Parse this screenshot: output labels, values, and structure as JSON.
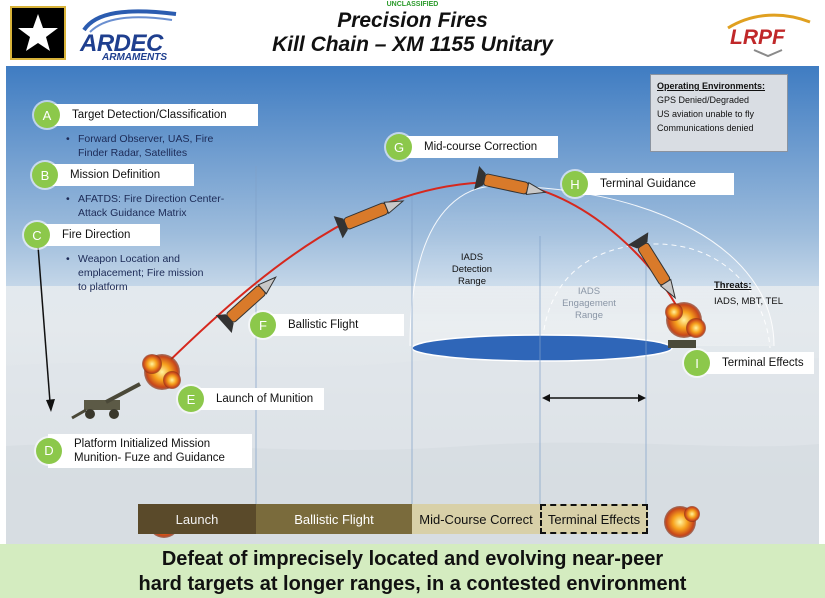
{
  "header": {
    "classification": "UNCLASSIFIED",
    "title_line1": "Precision Fires",
    "title_line2": "Kill Chain – XM 1155 Unitary",
    "ardec_logo": "ARDEC",
    "ardec_sub": "ARMAMENTS",
    "lrpf_logo": "LRPF"
  },
  "steps": {
    "a": {
      "letter": "A",
      "label": "Target Detection/Classification",
      "bullet_lines": [
        "Forward Observer, UAS, Fire",
        "Finder Radar, Satellites"
      ]
    },
    "b": {
      "letter": "B",
      "label": "Mission Definition",
      "bullet_lines": [
        "AFATDS: Fire Direction Center-",
        "Attack Guidance Matrix"
      ]
    },
    "c": {
      "letter": "C",
      "label": "Fire Direction",
      "bullet_lines": [
        "Weapon Location and",
        "emplacement; Fire mission",
        "to platform"
      ]
    },
    "d": {
      "letter": "D",
      "label_lines": [
        "Platform Initialized Mission",
        "Munition- Fuze and Guidance"
      ]
    },
    "e": {
      "letter": "E",
      "label": "Launch of Munition"
    },
    "f": {
      "letter": "F",
      "label": "Ballistic Flight"
    },
    "g": {
      "letter": "G",
      "label": "Mid-course Correction"
    },
    "h": {
      "letter": "H",
      "label": "Terminal Guidance"
    },
    "i": {
      "letter": "I",
      "label": "Terminal Effects"
    }
  },
  "operating_environments": {
    "title": "Operating Environments:",
    "items": [
      "GPS Denied/Degraded",
      "US aviation unable to fly",
      "Communications denied"
    ]
  },
  "threats": {
    "title": "Threats:",
    "list": "IADS, MBT, TEL"
  },
  "iads": {
    "detection_lines": [
      "IADS",
      "Detection",
      "Range"
    ],
    "engagement_lines": [
      "IADS",
      "Engagement",
      "Range"
    ]
  },
  "phases": [
    {
      "label": "Launch",
      "bg": "#5a4a2a",
      "color": "#f2f2f2"
    },
    {
      "label": "Ballistic Flight",
      "bg": "#7a6b3c",
      "color": "#ffffff"
    },
    {
      "label": "Mid-Course Correct",
      "bg": "#d8d0a8",
      "color": "#111111"
    },
    {
      "label": "Terminal Effects",
      "bg": "#d8d0a8",
      "color": "#111111"
    }
  ],
  "footer": {
    "line1": "Defeat of imprecisely located and evolving near-peer",
    "line2": "hard targets at longer ranges, in a contested environment"
  },
  "colors": {
    "trajectory": "#d6281e",
    "badge": "#8cc84b",
    "sky_top": "#4a86c8",
    "footer_bg": "#d4ecc0",
    "dome": "#2f66b8"
  }
}
